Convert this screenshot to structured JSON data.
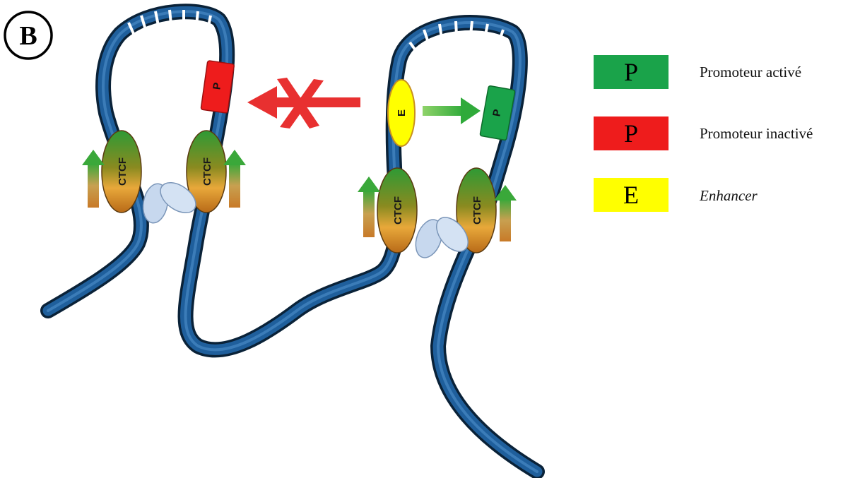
{
  "panel": {
    "letter": "B"
  },
  "colors": {
    "chromatin": "#1f5f9c",
    "chromatin_outline": "#0a2238",
    "promoter_active": "#1aa34a",
    "promoter_inactive": "#ee1c1c",
    "enhancer": "#ffff00",
    "cohesin": "#c7d8ee",
    "arrow_green": "#4cbf3a",
    "arrow_red": "#e83030"
  },
  "diagram": {
    "ctcf_label": "CTCF",
    "promoter_label": "P",
    "enhancer_label": "E"
  },
  "legend": {
    "items": [
      {
        "symbol": "P",
        "label": "Promoteur activé",
        "color": "#1aa34a"
      },
      {
        "symbol": "P",
        "label": "Promoteur inactivé",
        "color": "#ee1c1c"
      },
      {
        "symbol": "E",
        "label": "Enhancer",
        "color": "#ffff00"
      }
    ]
  }
}
